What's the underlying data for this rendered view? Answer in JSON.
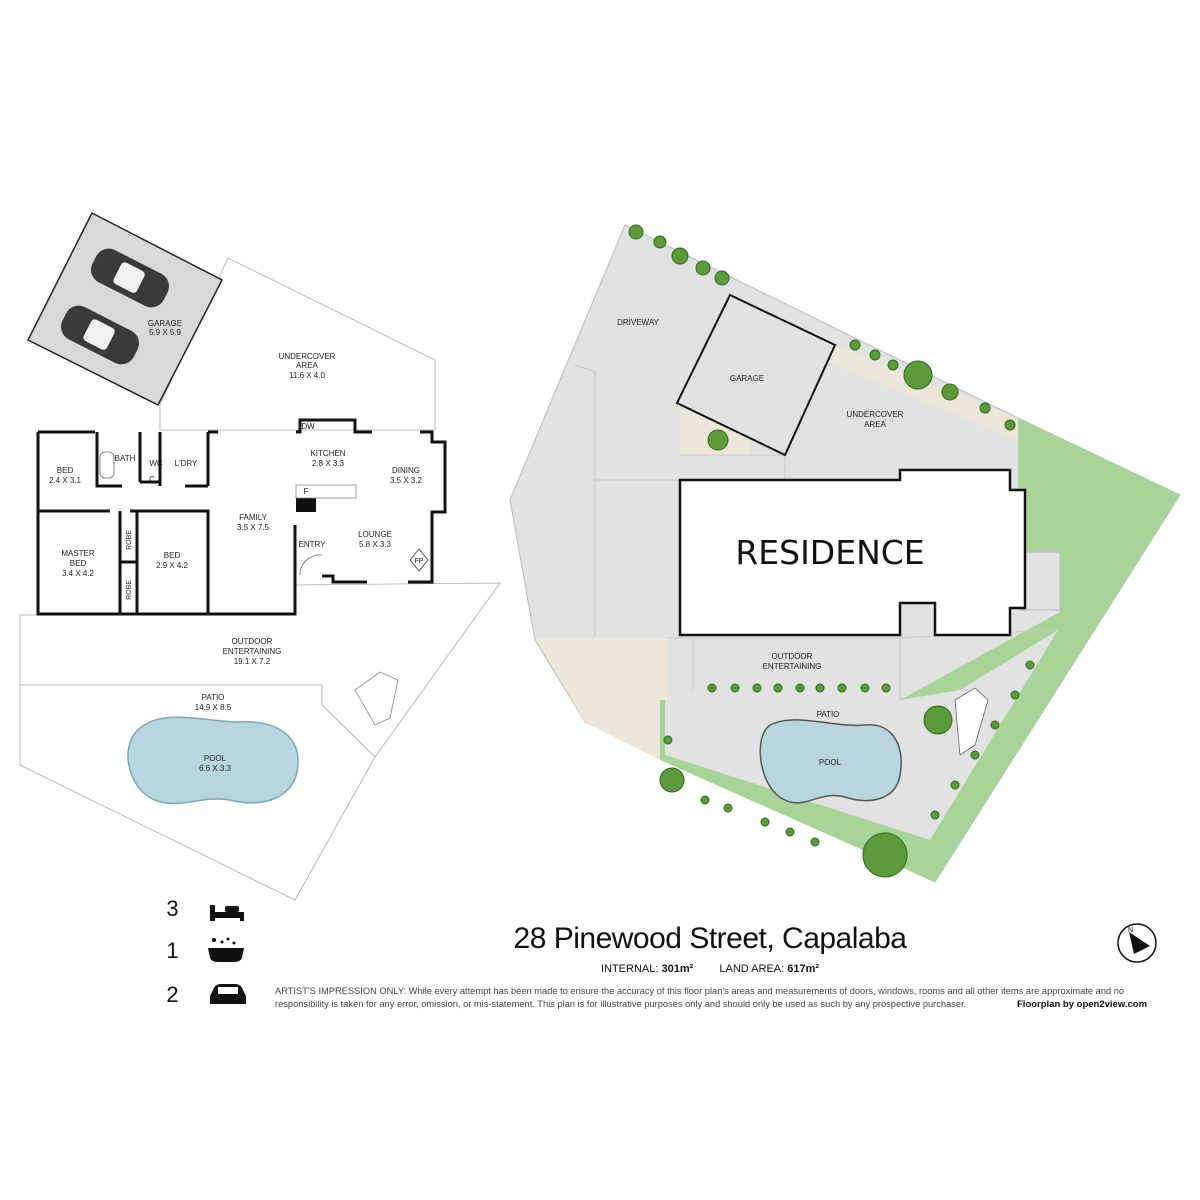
{
  "floorplan": {
    "rooms": {
      "garage": {
        "name": "GARAGE",
        "size": "5.9 X 5.9"
      },
      "undercover": {
        "name1": "UNDERCOVER",
        "name2": "AREA",
        "size": "11.6 X 4.0"
      },
      "bed1": {
        "name": "BED",
        "size": "2.4 X 3.1"
      },
      "bath": {
        "name": "BATH"
      },
      "wc": {
        "name": "WC"
      },
      "cupboard": {
        "name": "C"
      },
      "laundry": {
        "name": "L'DRY"
      },
      "dw": {
        "name": "DW"
      },
      "kitchen": {
        "name": "KITCHEN",
        "size": "2.8 X 3.3"
      },
      "dining": {
        "name": "DINING",
        "size": "3.5 X 3.2"
      },
      "fridge": {
        "name": "F"
      },
      "family": {
        "name": "FAMILY",
        "size": "3.5 X 7.5"
      },
      "entry": {
        "name": "ENTRY"
      },
      "lounge": {
        "name": "LOUNGE",
        "size": "5.8 X 3.3"
      },
      "fireplace": {
        "name": "FP"
      },
      "master": {
        "name1": "MASTER",
        "name2": "BED",
        "size": "3.4 X 4.2"
      },
      "robe": {
        "name": "ROBE"
      },
      "bed2": {
        "name": "BED",
        "size": "2.9 X 4.2"
      },
      "outdoor": {
        "name1": "OUTDOOR",
        "name2": "ENTERTAINING",
        "size": "19.1 X 7.2"
      },
      "patio": {
        "name": "PATIO",
        "size": "14.9 X 8.5"
      },
      "pool": {
        "name": "POOL",
        "size": "6.6 X 3.3"
      }
    }
  },
  "siteplan": {
    "residence": "RESIDENCE",
    "driveway": "DRIVEWAY",
    "garage": "GARAGE",
    "undercover1": "UNDERCOVER",
    "undercover2": "AREA",
    "outdoor1": "OUTDOOR",
    "outdoor2": "ENTERTAINING",
    "patio": "PATIO",
    "pool": "POOL"
  },
  "features": {
    "bedrooms": "3",
    "bathrooms": "1",
    "car_spaces": "2"
  },
  "address": "28 Pinewood Street, Capalaba",
  "internal_label": "INTERNAL:",
  "internal_value": "301m²",
  "land_label": "LAND AREA:",
  "land_value": "617m²",
  "disclaimer": "ARTIST'S IMPRESSION ONLY: While every attempt has been made to ensure the accuracy of this floor plan's areas and measurements of doors, windows, rooms and all other items are approximate and no responsibility is taken for any error, omission, or mis-statement. This plan is for illustrative purposes only and should only be used as such by any prospective purchaser.",
  "credit": "Floorplan by open2view.com",
  "colors": {
    "paving": "#e2e2e2",
    "lawn": "#a8d49a",
    "sand": "#ece7d8",
    "pool": "#b8d6de",
    "shrub": "#5c9a3c"
  }
}
